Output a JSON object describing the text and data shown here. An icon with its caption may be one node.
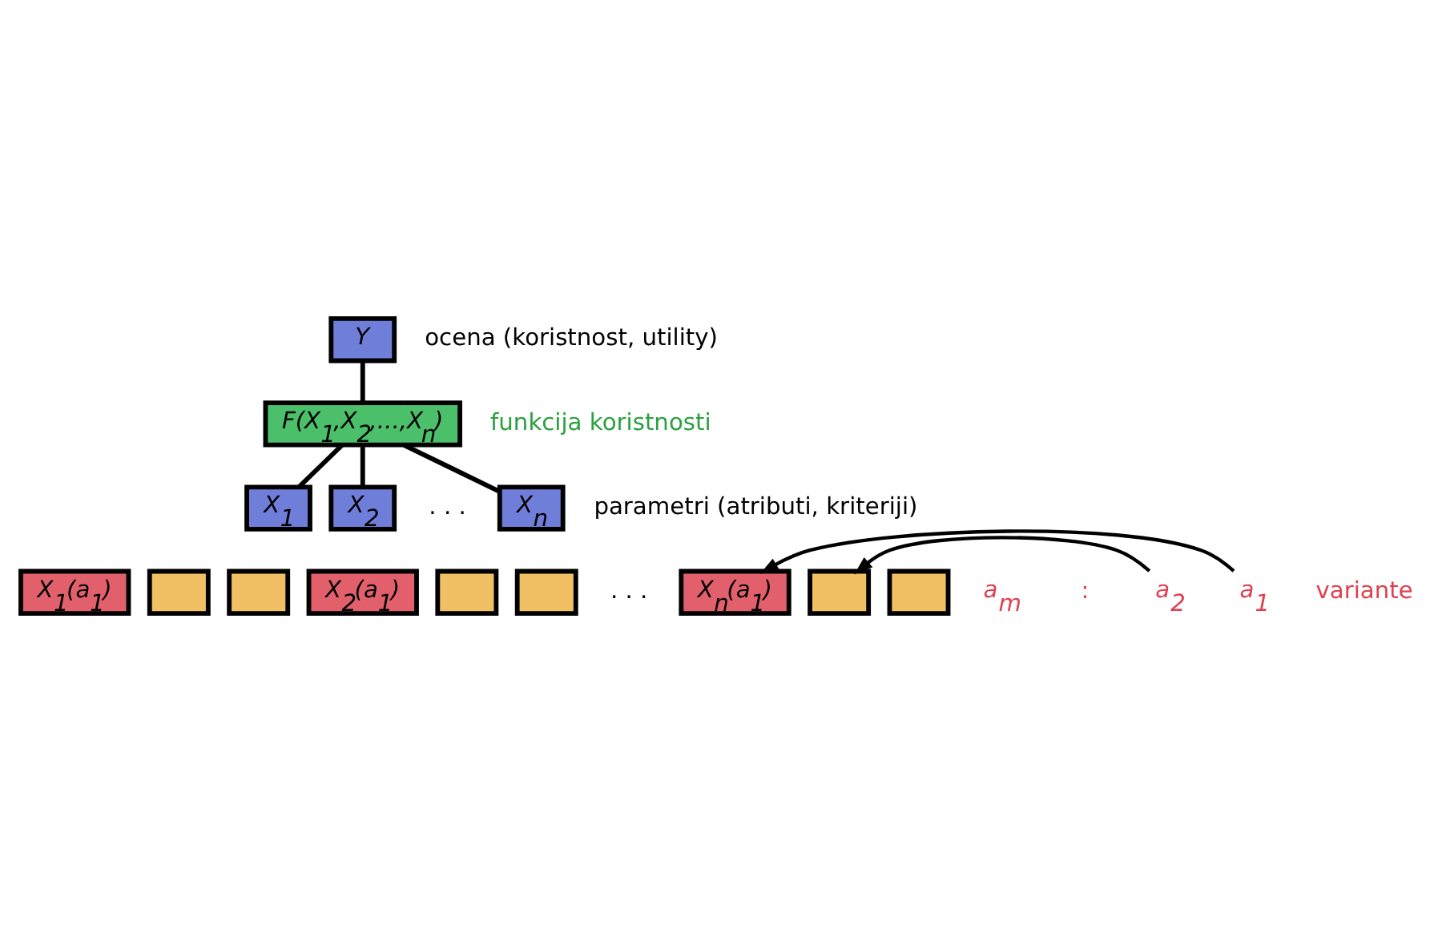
{
  "diagram": {
    "nodes": [
      {
        "text": [
          "Y"
        ]
      },
      {
        "text": [
          "F(X$_{1}$,X$_{2}$,...,X$_{n}$)"
        ]
      },
      {
        "text": [
          "X$_{1}$"
        ]
      },
      {
        "text": [
          "X$_{2}$"
        ]
      },
      {
        "text": [
          "X$_{n}$"
        ]
      },
      {
        "text": [
          "X$_{1}$(a$_{1}$)"
        ]
      },
      {
        "text": [],
        "shape": "box"
      },
      {
        "text": [],
        "shape": "box"
      },
      {
        "text": [
          "X$_{2}$(a$_{1}$)"
        ]
      },
      {
        "text": [],
        "shape": "box"
      },
      {
        "text": [],
        "shape": "box"
      },
      {
        "text": [
          "X$_{n}$(a$_{1}$)"
        ]
      },
      {
        "text": [],
        "shape": "box"
      },
      {
        "text": [],
        "shape": "box"
      },
      {
        "text": [
          "a$_{m}$"
        ]
      },
      {
        "text": [
          "a$_{2}$"
        ]
      },
      {
        "text": [
          "a$_{1}$"
        ]
      }
    ],
    "edges": [
      {
        "from": 0,
        "to": 1,
        "arrow": "none"
      },
      {
        "from": 1,
        "to": 2,
        "arrow": "none"
      },
      {
        "from": 1,
        "to": 3,
        "arrow": "none"
      },
      {
        "from": 1,
        "to": 4,
        "arrow": "none"
      },
      {
        "from": 15,
        "to": 12,
        "arrow": "to"
      },
      {
        "from": 16,
        "to": 11,
        "arrow": "to"
      }
    ],
    "labels": [
      "ocena (koristnost, utility)",
      "funkcija koristnosti",
      ". . .",
      "parametri (atributi, kriteriji)",
      ". . .",
      ":",
      "variante"
    ]
  }
}
